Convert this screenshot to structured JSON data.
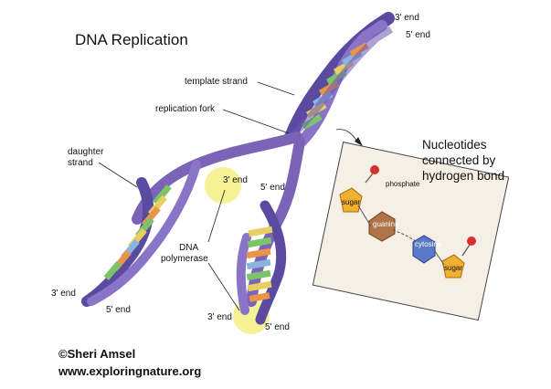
{
  "title": "DNA Replication",
  "labels": {
    "template_strand": "template strand",
    "replication_fork": "replication fork",
    "daughter_strand_line1": "daughter",
    "daughter_strand_line2": "strand",
    "dna_polymerase_line1": "DNA",
    "dna_polymerase_line2": "polymerase",
    "top_3end": "3' end",
    "top_5end": "5' end",
    "left_3end_poly": "3' end",
    "mid_5end": "5' end",
    "bottom_left_3end": "3' end",
    "bottom_left_5end": "5' end",
    "bottom_mid_3end": "3' end",
    "bottom_mid_5end": "5' end"
  },
  "inset": {
    "title_line1": "Nucleotides",
    "title_line2": "connected by",
    "title_line3": "hydrogen bond",
    "phosphate": "phosphate",
    "sugar_left": "sugar",
    "guanine": "guanine",
    "cytosine": "cytosine",
    "sugar_right": "sugar"
  },
  "credit": {
    "line1": "©Sheri Amsel",
    "line2": "www.exploringnature.org"
  },
  "colors": {
    "strand_purple": "#7b63b8",
    "strand_dark": "#4a3a8a",
    "polymerase_highlight": "#f4f08a",
    "base_green": "#7cc46a",
    "base_yellow": "#e8d060",
    "base_orange": "#e8954a",
    "base_blue": "#8ab4e0",
    "sugar_color": "#f0b030",
    "guanine_color": "#b0744a",
    "cytosine_color": "#5a78c8",
    "phosphate_red": "#d83030"
  }
}
